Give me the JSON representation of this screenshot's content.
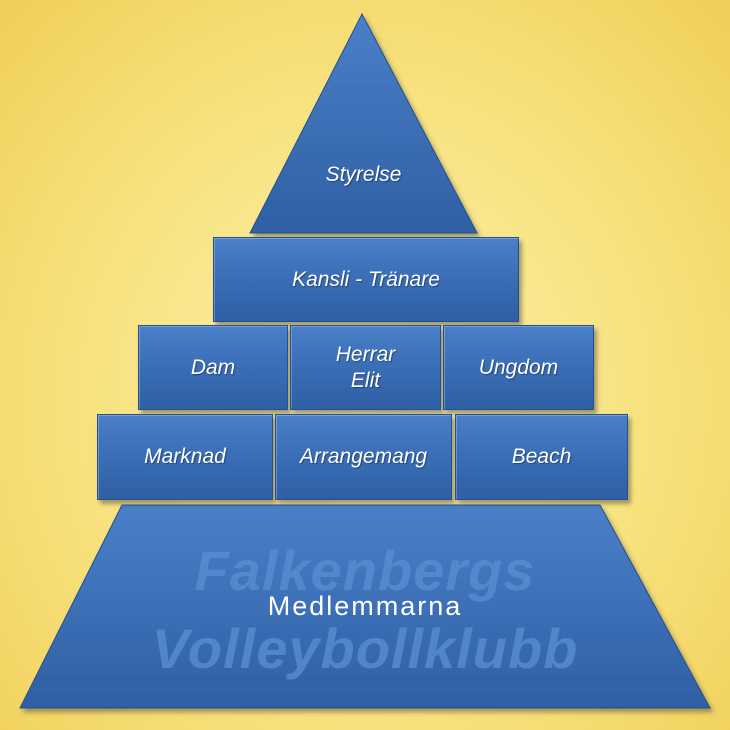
{
  "pyramid": {
    "apex": {
      "label": "Styrelse"
    },
    "level2": [
      {
        "label": "Kansli - Tränare"
      }
    ],
    "level3": [
      {
        "label": "Dam"
      },
      {
        "lines": [
          "Herrar",
          "Elit"
        ]
      },
      {
        "label": "Ungdom"
      }
    ],
    "level4": [
      {
        "label": "Marknad"
      },
      {
        "label": "Arrangemang"
      },
      {
        "label": "Beach"
      }
    ],
    "base": {
      "label": "Medlemmarna",
      "watermark_line1": "Falkenbergs",
      "watermark_line2": "Volleybollklubb"
    }
  },
  "colors": {
    "background": "#f8e27e",
    "block": "#3b6fb8",
    "block_border": "#24508f",
    "watermark": "#5b8fd2",
    "text": "#ffffff"
  }
}
